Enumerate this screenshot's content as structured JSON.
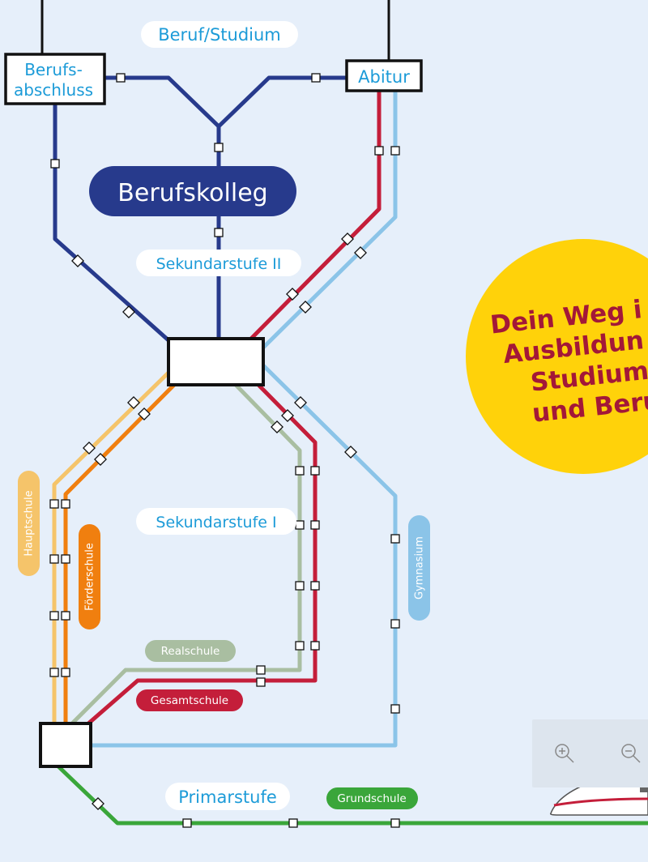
{
  "labels": {
    "beruf_studium": "Beruf/Studium",
    "berufsabschluss_line1": "Berufs-",
    "berufsabschluss_line2": "abschluss",
    "abitur": "Abitur",
    "berufskolleg": "Berufskolleg",
    "sekundarstufe_2": "Sekundarstufe II",
    "sekundarstufe_1": "Sekundarstufe I",
    "hauptschule": "Hauptschule",
    "foerderschule": "Förderschule",
    "gymnasium": "Gymnasium",
    "realschule": "Realschule",
    "gesamtschule": "Gesamtschule",
    "primarstufe": "Primarstufe",
    "grundschule": "Grundschule"
  },
  "badge": {
    "line1": "Dein Weg i",
    "line2": "Ausbildun",
    "line3": "Studium",
    "line4": "und Beru"
  },
  "toolbar": {
    "zoom_in_icon": "zoom-in-icon",
    "zoom_out_icon": "zoom-out-icon"
  },
  "colors": {
    "background": "#e6effa",
    "navy": "#273a8c",
    "red": "#c41e3a",
    "light_blue": "#8bc4e8",
    "yellow_line": "#f5c46a",
    "orange": "#f07f0f",
    "sage": "#a9bea1",
    "green": "#3aa63a",
    "badge_yellow": "#ffd20a",
    "badge_text": "#a31838",
    "label_blue": "#1c9bd8"
  }
}
